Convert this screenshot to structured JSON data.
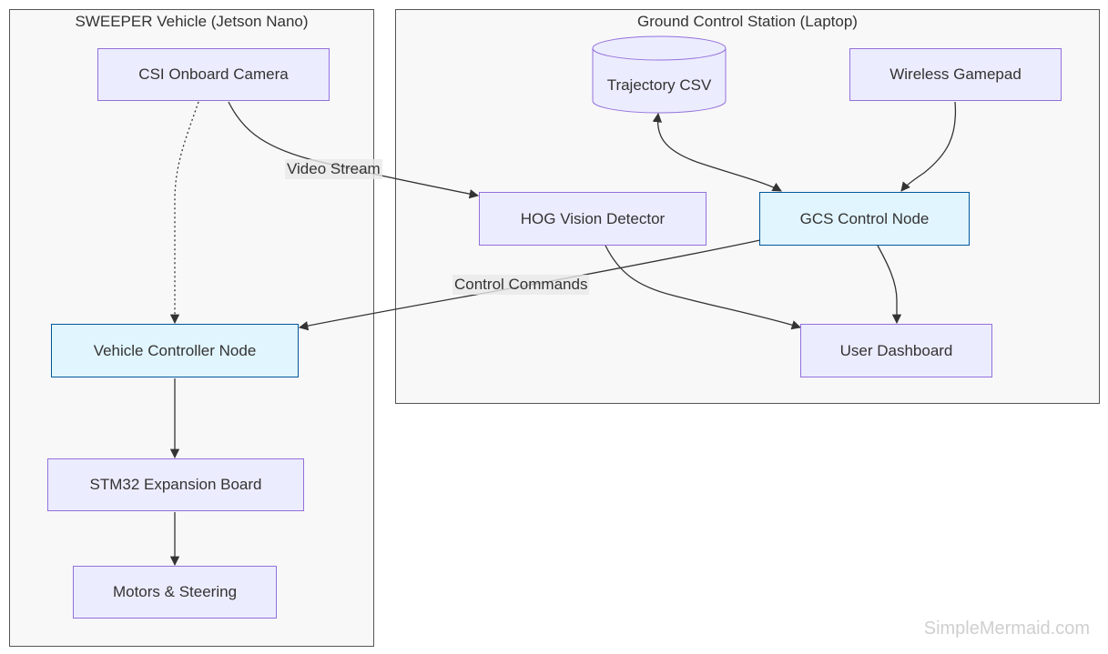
{
  "clusters": {
    "vehicle": {
      "title": "SWEEPER Vehicle (Jetson Nano)"
    },
    "gcs": {
      "title": "Ground Control Station (Laptop)"
    }
  },
  "nodes": {
    "csi_camera": "CSI Onboard Camera",
    "vehicle_controller": "Vehicle Controller Node",
    "stm32_board": "STM32 Expansion Board",
    "motors_steering": "Motors & Steering",
    "trajectory_csv": "Trajectory CSV",
    "wireless_gamepad": "Wireless Gamepad",
    "hog_detector": "HOG Vision Detector",
    "gcs_control_node": "GCS Control Node",
    "user_dashboard": "User Dashboard"
  },
  "edge_labels": {
    "video_stream": "Video Stream",
    "control_commands": "Control Commands"
  },
  "watermark": "SimpleMermaid.com",
  "colors": {
    "node_fill": "#ececff",
    "node_border": "#9370db",
    "highlight_fill": "#e1f5fe",
    "highlight_border": "#01579b",
    "cluster_fill": "#f8f8f8",
    "cluster_border": "#555555",
    "edge": "#333333",
    "text": "#333333",
    "watermark": "#cfcfcf"
  }
}
